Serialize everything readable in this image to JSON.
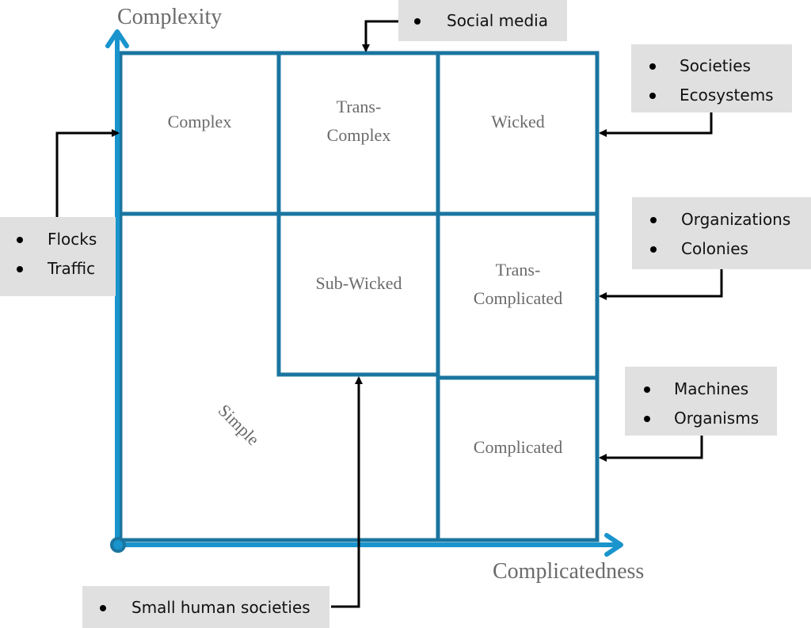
{
  "axes": {
    "y_label": "Complexity",
    "x_label": "Complicatedness"
  },
  "colors": {
    "grid": "#1a75a0",
    "axis": "#1994cc",
    "callout_bg": "#e0e0e0",
    "label_text": "#6b6b6b"
  },
  "regions": {
    "complex": "Complex",
    "trans_complex_line1": "Trans-",
    "trans_complex_line2": "Complex",
    "wicked": "Wicked",
    "sub_wicked": "Sub-Wicked",
    "trans_complicated_line1": "Trans-",
    "trans_complicated_line2": "Complicated",
    "complicated": "Complicated",
    "simple": "Simple"
  },
  "callouts": {
    "social_media": [
      "Social media"
    ],
    "societies": [
      "Societies",
      "Ecosystems"
    ],
    "flocks": [
      "Flocks",
      "Traffic"
    ],
    "organizations": [
      "Organizations",
      "Colonies"
    ],
    "machines": [
      "Machines",
      "Organisms"
    ],
    "small_societies": [
      "Small human societies"
    ]
  }
}
